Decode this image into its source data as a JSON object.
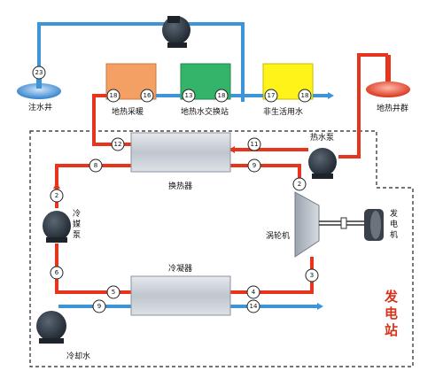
{
  "labels": {
    "injection_well": "注水井",
    "geo_heating": "地热采暖",
    "geo_hx_station": "地热水交换站",
    "domestic_water": "非生活用水",
    "geo_well": "地热井群",
    "heat_pump": "热水泵",
    "heat_exchanger": "换热器",
    "cooling_pump": "冷媒泵",
    "turbine": "涡轮机",
    "generator": "发电机",
    "condenser": "冷凝器",
    "cooling_water": "冷却水",
    "power_station": "发电站"
  },
  "markers": {
    "m23": "23",
    "m18a": "18",
    "m16": "16",
    "m13": "13",
    "m18b": "18",
    "m17": "17",
    "m18c": "18",
    "m12": "12",
    "m11": "11",
    "m8a": "8",
    "m9a": "9",
    "m2a": "2",
    "m2b": "2",
    "m6": "6",
    "m5": "5",
    "m4": "4",
    "m3": "3",
    "m9b": "9",
    "m14": "14"
  },
  "colors": {
    "hot_pipe": "#e8341c",
    "cold_pipe": "#3d95d8",
    "pump_body": "#2b3440",
    "heating_box": "#f4a064",
    "hx_station_box": "#34b46a",
    "domestic_box": "#fff31a",
    "exchanger_box": "#c9cfd6",
    "boundary": "#222222"
  }
}
